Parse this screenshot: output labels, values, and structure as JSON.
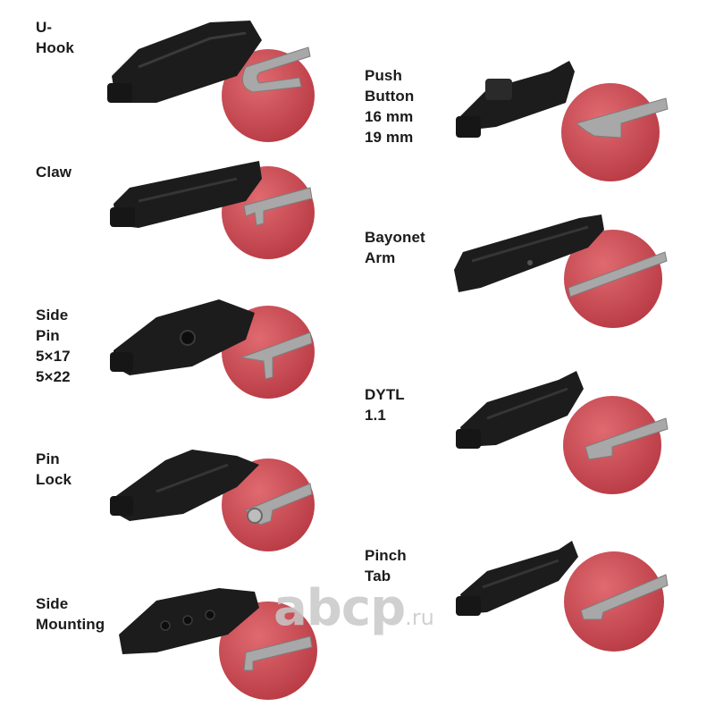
{
  "mounts": [
    {
      "id": "u-hook",
      "lines": [
        "U-Hook"
      ]
    },
    {
      "id": "claw",
      "lines": [
        "Claw"
      ]
    },
    {
      "id": "side-pin",
      "lines": [
        "Side Pin",
        "5×17",
        "5×22"
      ]
    },
    {
      "id": "pin-lock",
      "lines": [
        "Pin Lock"
      ]
    },
    {
      "id": "side-mounting",
      "lines": [
        "Side",
        "Mounting"
      ]
    },
    {
      "id": "push-button",
      "lines": [
        "Push Button",
        "16 mm",
        "19 mm"
      ]
    },
    {
      "id": "bayonet-arm",
      "lines": [
        "Bayonet",
        "Arm"
      ]
    },
    {
      "id": "dytl",
      "lines": [
        "DYTL 1.1"
      ]
    },
    {
      "id": "pinch-tab",
      "lines": [
        "Pinch Tab"
      ]
    }
  ],
  "watermark": {
    "brand": "abcp",
    "tld": ".ru"
  },
  "colors": {
    "circle": "#c94a52",
    "adapter": "#1f1f1f",
    "arm": "#a5a5a5"
  }
}
